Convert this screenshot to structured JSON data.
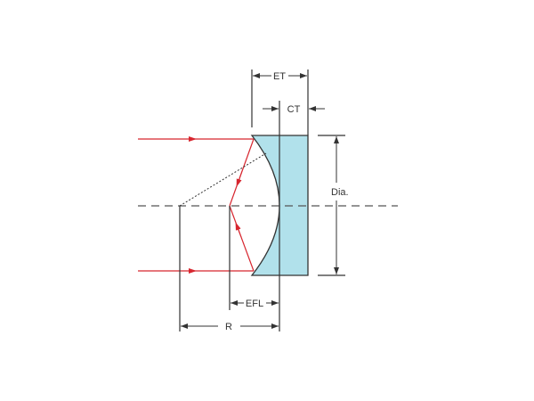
{
  "labels": {
    "et": "ET",
    "ct": "CT",
    "dia": "Dia.",
    "efl": "EFL",
    "r": "R"
  },
  "colors": {
    "lens_fill": "#b1e1eb",
    "ray": "#d7262f",
    "line": "#333333"
  }
}
